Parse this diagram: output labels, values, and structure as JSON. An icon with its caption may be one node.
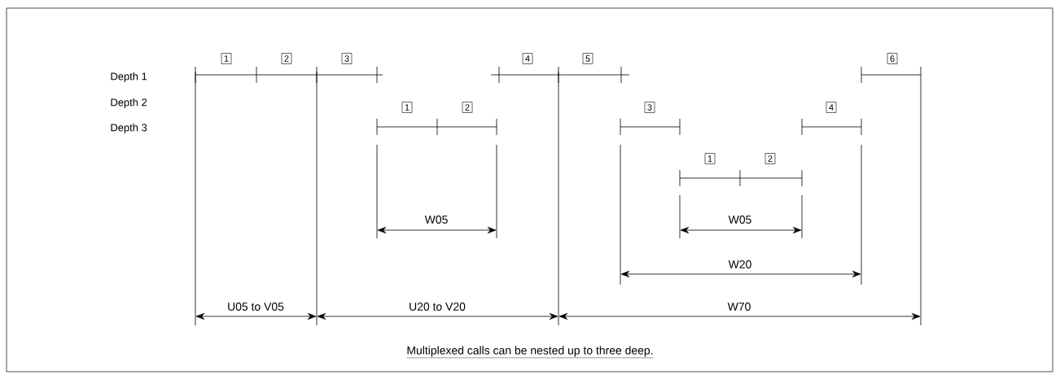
{
  "diagram": {
    "caption": "Multiplexed calls can be nested up to three deep.",
    "labels": [
      "1",
      "2",
      "3",
      "4",
      "5",
      "6",
      "Depth 1",
      "Depth 2",
      "1",
      "2",
      "3",
      "4",
      "Depth 3",
      "1",
      "2",
      "W05",
      "W05",
      "W20",
      "U05 to V05",
      "U20 to V20",
      "W70"
    ]
  }
}
